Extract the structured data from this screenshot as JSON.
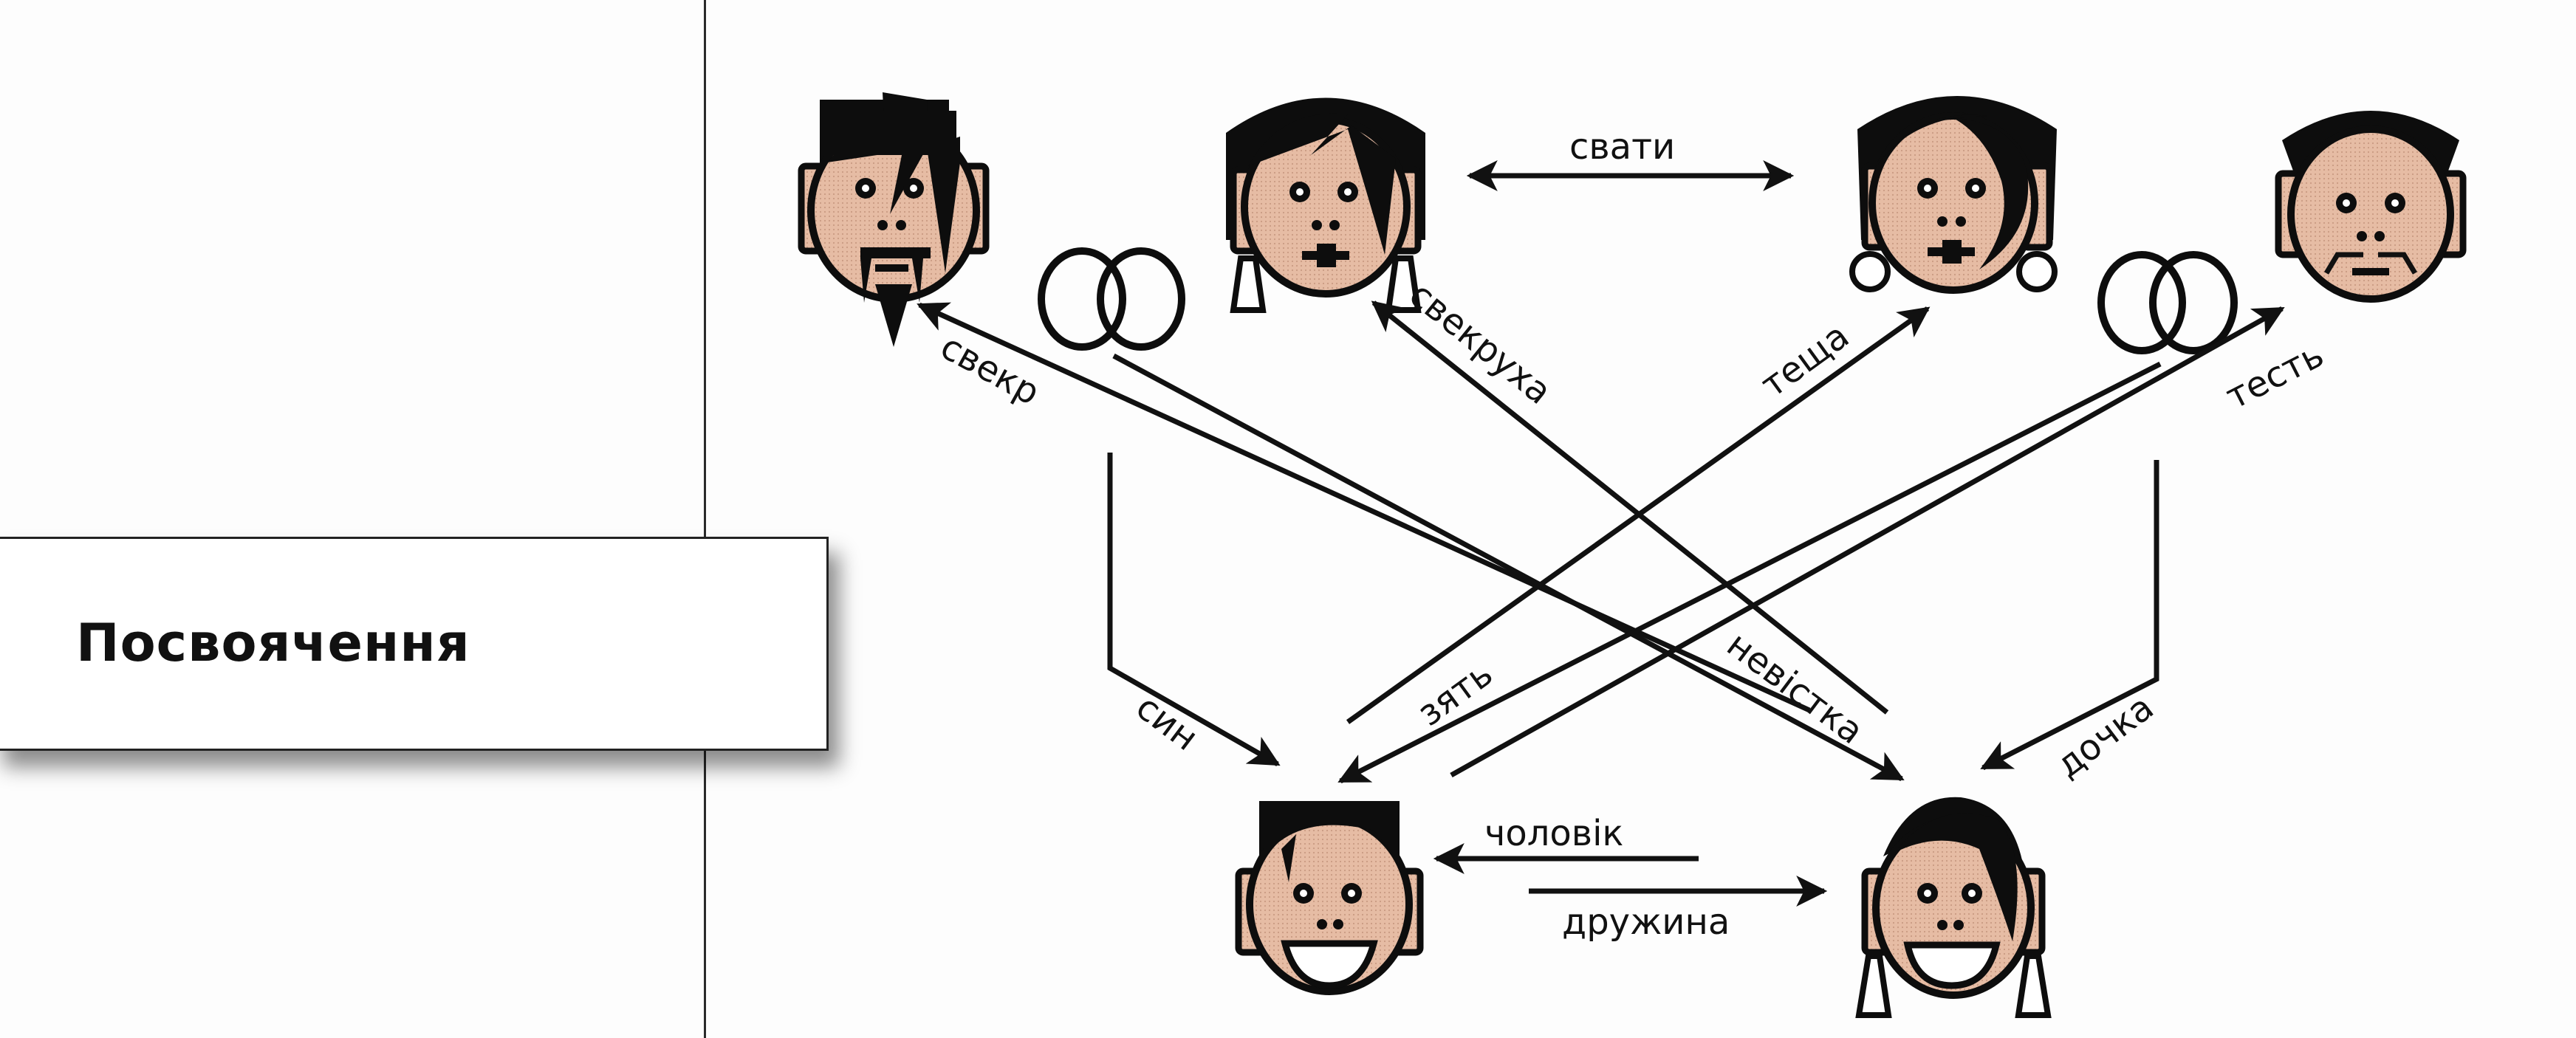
{
  "section_title": "Посвоячення",
  "colors": {
    "skin": "#e4b79e",
    "hair": "#0d0d0d",
    "line": "#111111",
    "page": "#fdfdfd"
  },
  "people": {
    "top": [
      {
        "id": "father_in_law_husband_side",
        "icon": "man-goatee-icon"
      },
      {
        "id": "mother_in_law_husband_side",
        "icon": "woman-triangle-earrings-icon"
      },
      {
        "id": "mother_in_law_wife_side",
        "icon": "woman-hoop-earrings-icon"
      },
      {
        "id": "father_in_law_wife_side",
        "icon": "man-mustache-icon"
      }
    ],
    "bottom": [
      {
        "id": "husband",
        "icon": "smiling-man-icon"
      },
      {
        "id": "wife",
        "icon": "smiling-woman-icon"
      }
    ]
  },
  "marriage_icons": [
    "wedding-rings-icon",
    "wedding-rings-icon"
  ],
  "relations": {
    "svaty": "свати",
    "svekr": "свекр",
    "svekrukha": "свекруха",
    "teshcha": "теща",
    "test": "тесть",
    "syn": "син",
    "ziat": "зять",
    "nevistka": "невістка",
    "dochka": "дочка",
    "cholovik": "чоловік",
    "druzhyna": "дружина"
  }
}
